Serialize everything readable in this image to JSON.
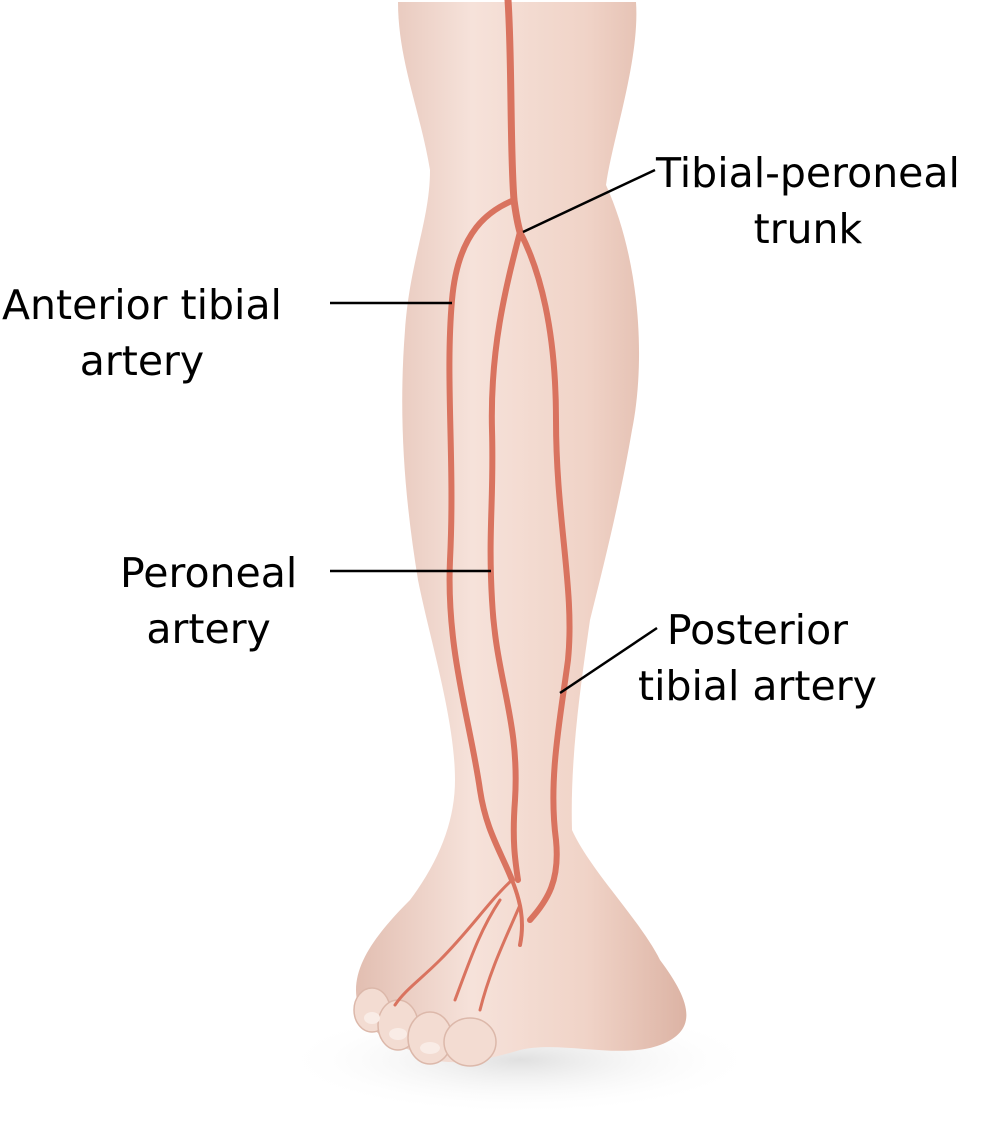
{
  "labels": {
    "tibial_peroneal_trunk": {
      "line1": "Tibial-peroneal",
      "line2": "trunk"
    },
    "anterior_tibial_artery": {
      "line1": "Anterior tibial",
      "line2": "artery"
    },
    "peroneal_artery": {
      "line1": "Peroneal",
      "line2": "artery"
    },
    "posterior_tibial_artery": {
      "line1": "Posterior",
      "line2": "tibial artery"
    }
  },
  "colors": {
    "skin": "#f2d9cf",
    "skin_shadow": "#e3bfb1",
    "artery": "#d9735f",
    "leader_line": "#000000",
    "background": "#ffffff"
  }
}
